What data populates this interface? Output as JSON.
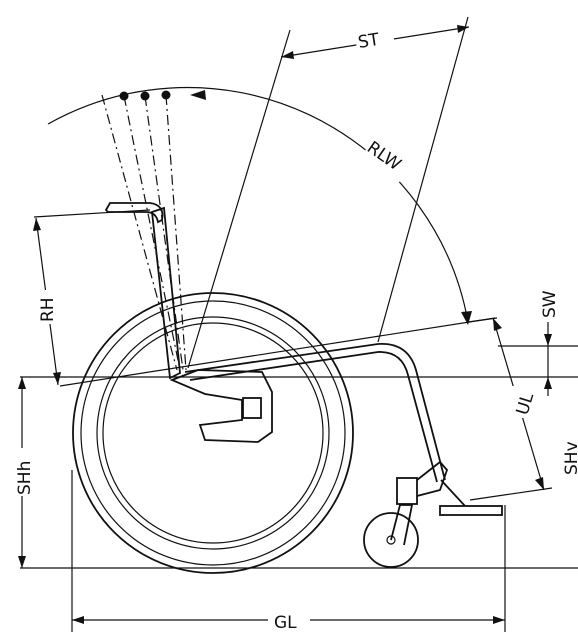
{
  "labels": {
    "st": "ST",
    "rlw": "RLW",
    "rh": "RH",
    "sw": "SW",
    "ul": "UL",
    "shh": "SHh",
    "shv": "SHv",
    "gl": "GL"
  }
}
